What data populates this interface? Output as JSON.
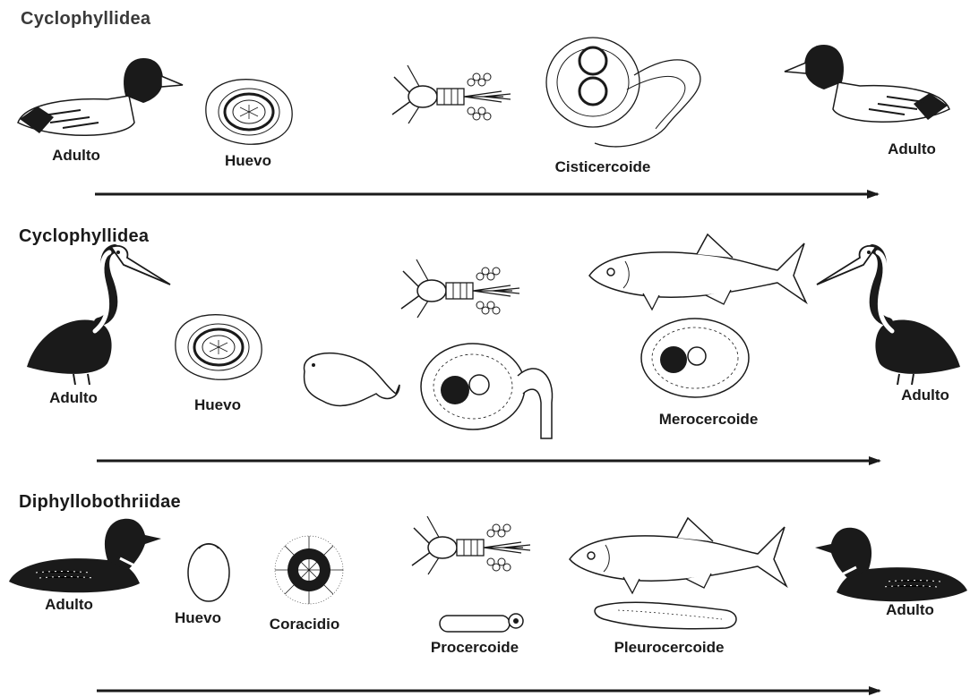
{
  "sections": [
    {
      "title": "Cyclophyllidea",
      "stages": [
        "Adulto",
        "Huevo",
        "Cisticercoide",
        "Adulto"
      ]
    },
    {
      "title": "Cyclophyllidea",
      "stages": [
        "Adulto",
        "Huevo",
        "Merocercoide",
        "Adulto"
      ]
    },
    {
      "title": "Diphyllobothriidae",
      "stages": [
        "Adulto",
        "Huevo",
        "Coracidio",
        "Procercoide",
        "Pleurocercoide",
        "Adulto"
      ]
    }
  ],
  "colors": {
    "ink": "#1a1a1a",
    "background": "#ffffff"
  }
}
